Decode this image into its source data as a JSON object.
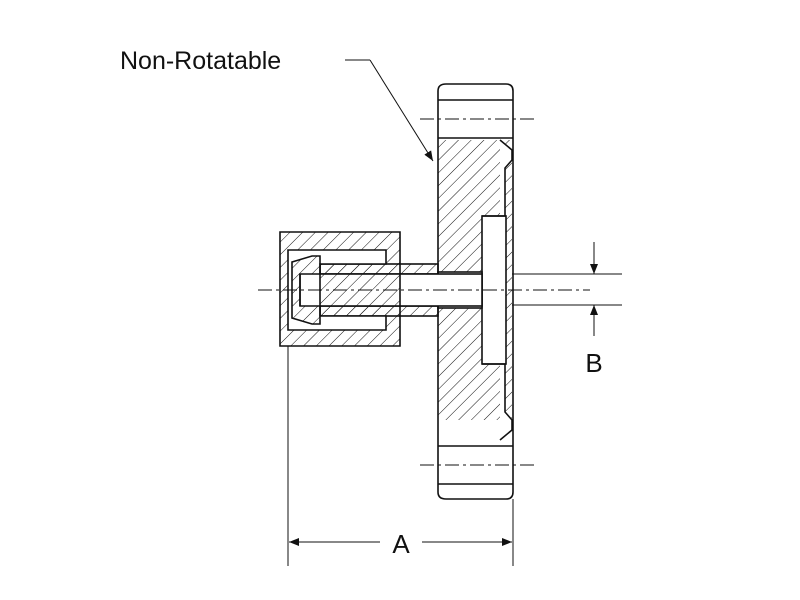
{
  "labels": {
    "callout": "Non-Rotatable",
    "dimension_a": "A",
    "dimension_b": "B"
  },
  "colors": {
    "line": "#111111",
    "background": "#ffffff"
  }
}
